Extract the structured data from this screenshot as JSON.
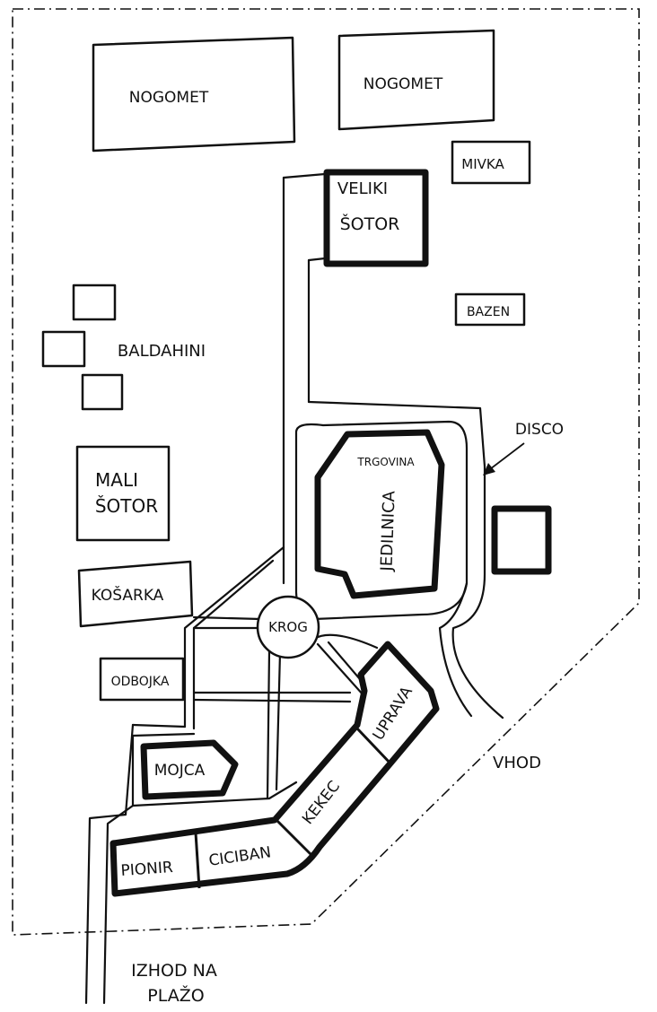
{
  "labels": {
    "nogomet_left": "NOGOMET",
    "nogomet_right": "NOGOMET",
    "mivka": "MIVKA",
    "veliki_line1": "VELIKI",
    "veliki_line2": "ŠOTOR",
    "bazen": "BAZEN",
    "baldahini": "BALDAHINI",
    "disco": "DISCO",
    "trgovina": "TRGOVINA",
    "jedilnica": "JEDILNICA",
    "mali_line1": "MALI",
    "mali_line2": "ŠOTOR",
    "kosarka": "KOŠARKA",
    "krog": "KROG",
    "odbojka": "ODBOJKA",
    "uprava": "UPRAVA",
    "vhod": "VHOD",
    "mojca": "MOJCA",
    "kekec": "KEKEC",
    "pionir": "PIONIR",
    "ciciban": "CICIBAN",
    "izhod_line1": "IZHOD NA",
    "izhod_line2": "PLAŽO"
  }
}
